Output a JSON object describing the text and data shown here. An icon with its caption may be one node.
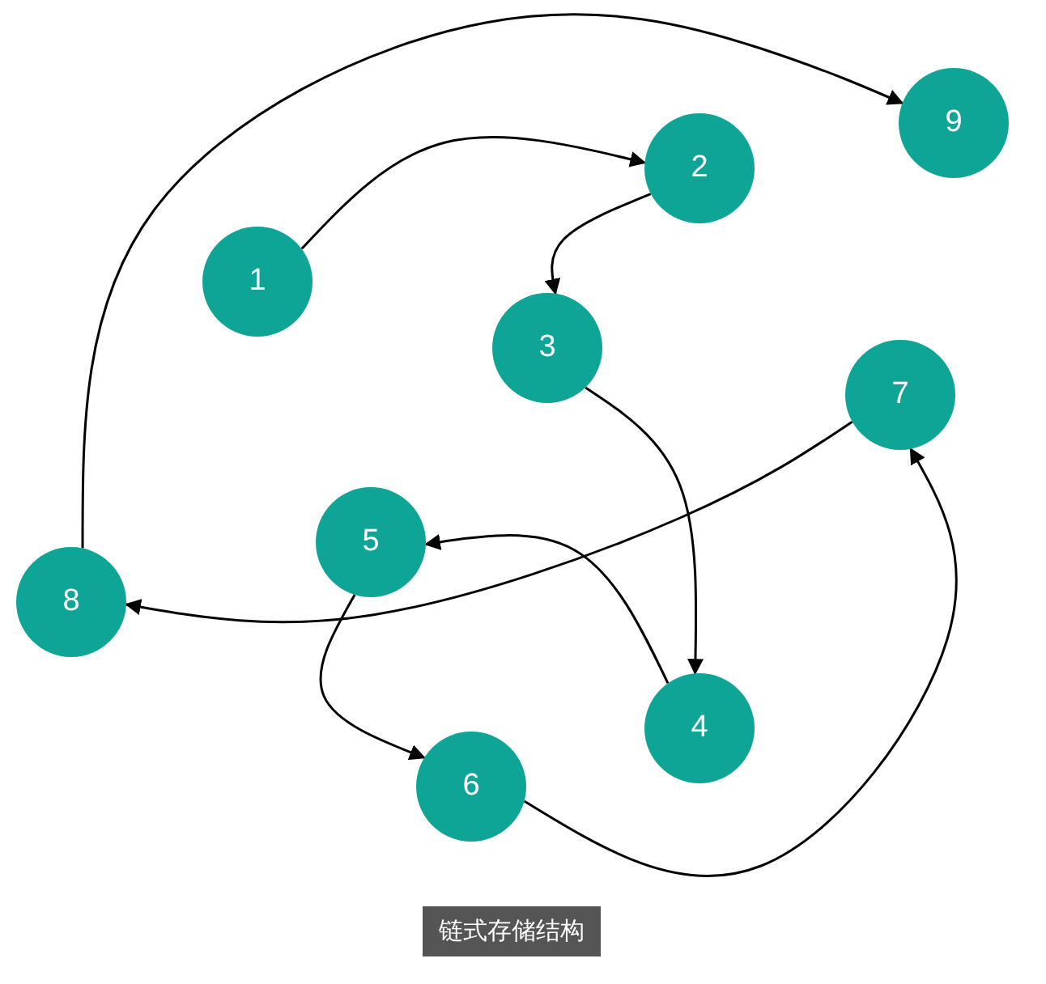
{
  "diagram": {
    "caption": "链式存储结构",
    "nodes": [
      {
        "text": [
          "1"
        ]
      },
      {
        "text": [
          "2"
        ]
      },
      {
        "text": [
          "3"
        ]
      },
      {
        "text": [
          "4"
        ]
      },
      {
        "text": [
          "5"
        ]
      },
      {
        "text": [
          "6"
        ]
      },
      {
        "text": [
          "7"
        ]
      },
      {
        "text": [
          "8"
        ]
      },
      {
        "text": [
          "9"
        ]
      }
    ],
    "edges": [
      {
        "from": 0,
        "to": 1,
        "arrow": "to"
      },
      {
        "from": 1,
        "to": 2,
        "arrow": "to"
      },
      {
        "from": 2,
        "to": 3,
        "arrow": "to"
      },
      {
        "from": 3,
        "to": 4,
        "arrow": "to"
      },
      {
        "from": 4,
        "to": 5,
        "arrow": "to"
      },
      {
        "from": 5,
        "to": 6,
        "arrow": "to"
      },
      {
        "from": 6,
        "to": 7,
        "arrow": "to"
      },
      {
        "from": 7,
        "to": 8,
        "arrow": "to"
      }
    ]
  }
}
